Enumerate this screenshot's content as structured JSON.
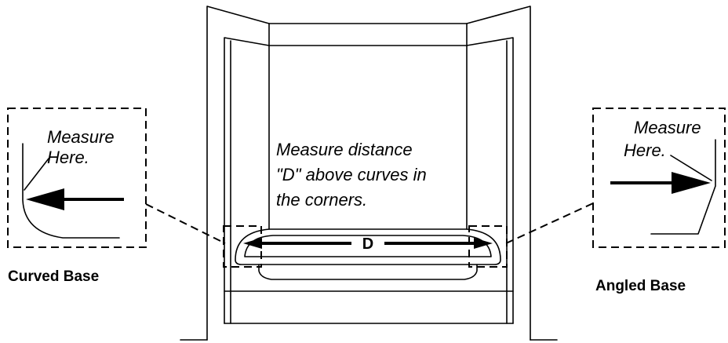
{
  "labels": {
    "center_note": {
      "line1": "Measure distance",
      "line2": "\"D\" above curves in",
      "line3": "the corners."
    },
    "dimension": "D",
    "left_inset": {
      "note_line1": "Measure",
      "note_line2": "Here.",
      "caption": "Curved Base"
    },
    "right_inset": {
      "note_line1": "Measure",
      "note_line2": "Here.",
      "caption": "Angled Base"
    }
  }
}
